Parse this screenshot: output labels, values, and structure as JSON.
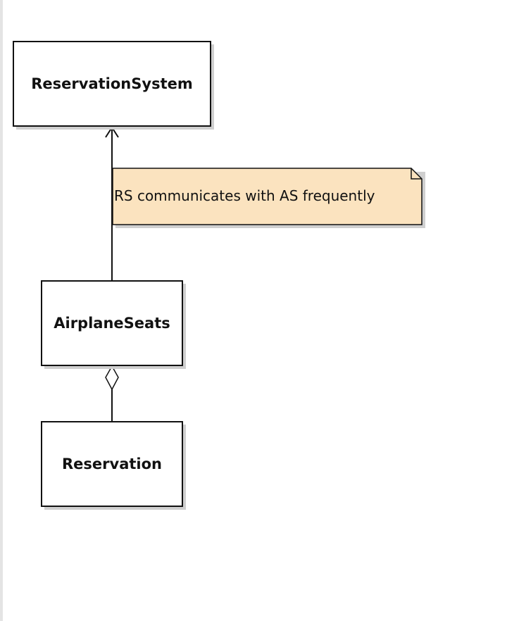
{
  "classes": {
    "reservation_system": "ReservationSystem",
    "airplane_seats": "AirplaneSeats",
    "reservation": "Reservation"
  },
  "note": {
    "text": "RS communicates with AS frequently",
    "color": "#fbe3bf"
  },
  "relations": [
    {
      "from": "AirplaneSeats",
      "to": "ReservationSystem",
      "kind": "navigable-association"
    },
    {
      "from": "Reservation",
      "to": "AirplaneSeats",
      "kind": "aggregation"
    }
  ]
}
